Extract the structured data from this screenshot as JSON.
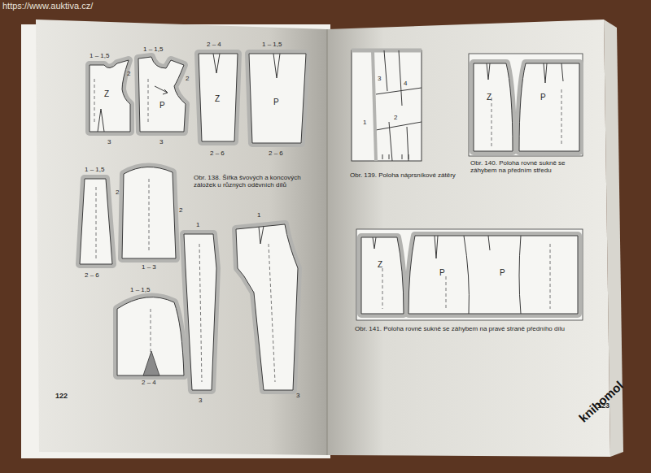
{
  "diagram": {
    "labels": [
      "https://www.auktiva.cz/",
      "1 – 1,5",
      "2",
      "Z",
      "3",
      "1 – 1,5",
      "2",
      "P",
      "3",
      "2 – 4",
      "1 – 1,5",
      "Z",
      "P",
      "2 – 6",
      "2 – 6",
      "Obr. 138. Šířka švových a koncových záložek u různých oděvních dílů",
      "1 – 1,5",
      "2",
      "2 – 6",
      "2",
      "1 – 3",
      "1",
      "1",
      "1 – 1,5",
      "2 – 4",
      "3",
      "3",
      "122",
      "3",
      "4",
      "1",
      "2",
      "Obr. 139. Poloha náprsníkové zátěry",
      "Z",
      "P",
      "Obr. 140. Poloha rovné sukně se záhybem na předním středu",
      "Z",
      "P",
      "P",
      "Obr. 141. Poloha rovné sukně se záhybem na pravé straně předního dílu",
      "123",
      "knihomol"
    ]
  }
}
